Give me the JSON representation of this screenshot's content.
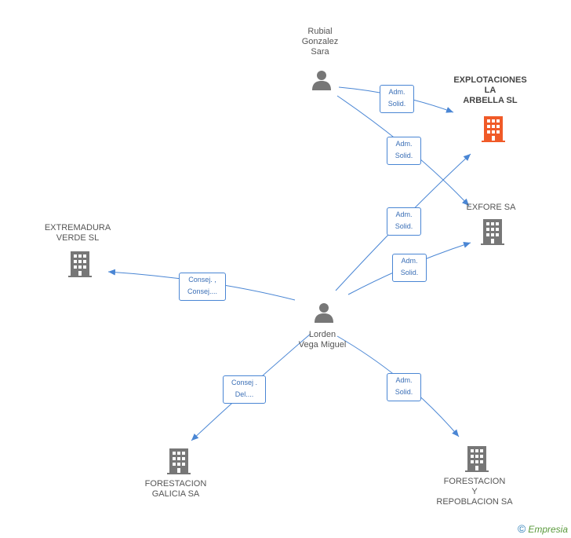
{
  "colors": {
    "edge": "#4a86d4",
    "person_icon": "#777777",
    "company_icon": "#777777",
    "highlight_icon": "#f05a28"
  },
  "nodes": {
    "rubial": {
      "label": "Rubial\nGonzalez\nSara",
      "icon": "person-icon"
    },
    "lorden": {
      "label": "Lorden\nVega Miguel",
      "icon": "person-icon"
    },
    "explotaciones": {
      "label": "EXPLOTACIONES\nLA\nARBELLA SL",
      "icon": "building-icon"
    },
    "exfore": {
      "label": "EXFORE SA",
      "icon": "building-icon"
    },
    "extremadura": {
      "label": "EXTREMADURA\nVERDE SL",
      "icon": "building-icon"
    },
    "forestacion_galicia": {
      "label": "FORESTACION\nGALICIA SA",
      "icon": "building-icon"
    },
    "forestacion_repoblacion": {
      "label": "FORESTACION\nY\nREPOBLACION SA",
      "icon": "building-icon"
    }
  },
  "edges": {
    "rubial_explotaciones": "Adm.\nSolid.",
    "rubial_exfore": "Adm.\nSolid.",
    "lorden_explotaciones": "Adm.\nSolid.",
    "lorden_exfore": "Adm.\nSolid.",
    "lorden_extremadura": "Consej. ,\nConsej....",
    "lorden_galicia": "Consej .\nDel....",
    "lorden_repoblacion": "Adm.\nSolid."
  },
  "footer": {
    "copyright": "©",
    "brand": "Empresia"
  }
}
